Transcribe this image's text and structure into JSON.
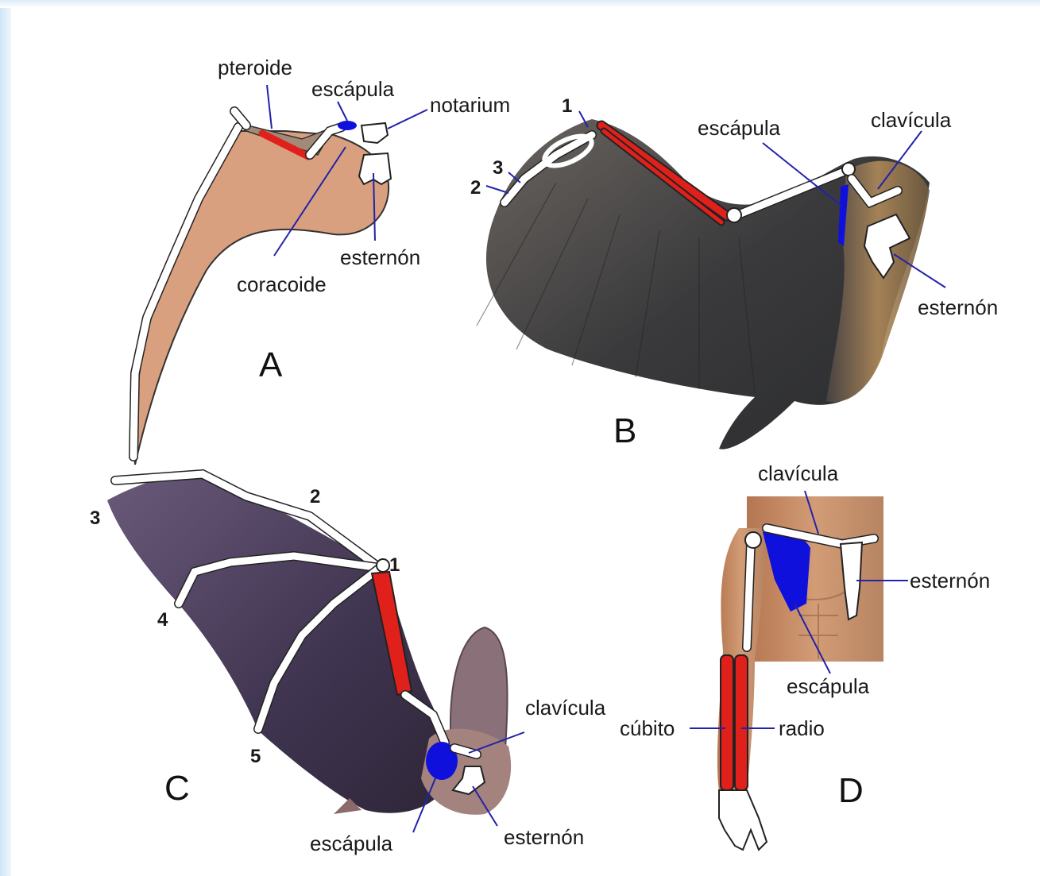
{
  "panels": {
    "A": {
      "letter": "A",
      "labels": {
        "pteroide": "pteroide",
        "escapula": "escápula",
        "notarium": "notarium",
        "esternon": "esternón",
        "coracoide": "coracoide"
      }
    },
    "B": {
      "letter": "B",
      "labels": {
        "n1": "1",
        "n2": "2",
        "n3": "3",
        "escapula": "escápula",
        "clavicula": "clavícula",
        "esternon": "esternón"
      }
    },
    "C": {
      "letter": "C",
      "labels": {
        "n1": "1",
        "n2": "2",
        "n3": "3",
        "n4": "4",
        "n5": "5",
        "clavicula": "clavícula",
        "escapula": "escápula",
        "esternon": "esternón"
      }
    },
    "D": {
      "letter": "D",
      "labels": {
        "clavicula": "clavícula",
        "esternon": "esternón",
        "escapula": "escápula",
        "cubito": "cúbito",
        "radio": "radio"
      }
    }
  },
  "colors": {
    "humerus_forearm": "#e0201a",
    "scapula": "#1010dd",
    "pterosaur_membrane": "#d9a07f",
    "bird_feathers": "#3d3c3a",
    "bat_membrane": "#4b3c5a",
    "human_skin": "#c58a64"
  }
}
